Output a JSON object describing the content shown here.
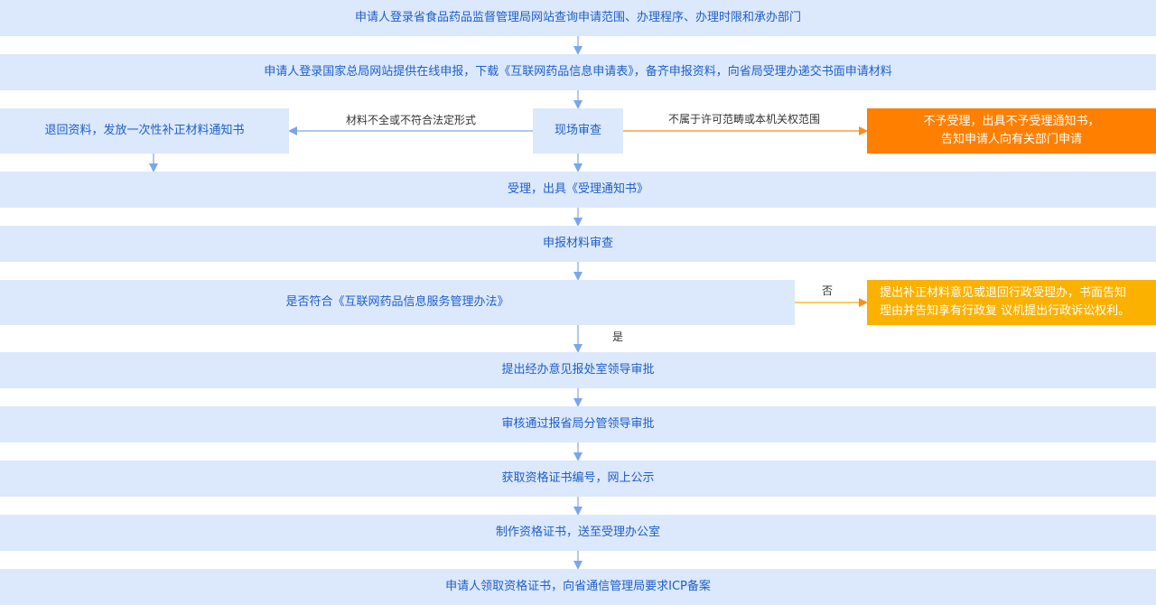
{
  "steps": {
    "s1": "申请人登录省食品药品监督管理局网站查询申请范围、办理程序、办理时限和承办部门",
    "s2": "申请人登录国家总局网站提供在线申报，下载《互联网药品信息申请表》，备齐申报资料，向省局受理办递交书面申请材料",
    "s3_left": "退回资料，发放一次性补正材料通知书",
    "s3_center": "现场审查",
    "s3_right_line1": "不予受理，出具不予受理通知书，",
    "s3_right_line2": "告知申请人向有关部门申请",
    "s4": "受理，出具《受理通知书》",
    "s5": "申报材料审查",
    "s6_center": "是否符合《互联网药品信息服务管理办法》",
    "s6_right_line1": "提出补正材料意见或退回行政受理办，书面告知",
    "s6_right_line2": "理由并告知享有行政复  议机提出行政诉讼权利。",
    "s7": "提出经办意见报处室领导审批",
    "s8": "审核通过报省局分管领导审批",
    "s9": "获取资格证书编号，网上公示",
    "s10": "制作资格证书，送至受理办公室",
    "s11": "申请人领取资格证书，向省通信管理局要求ICP备案"
  },
  "edge_labels": {
    "incomplete": "材料不全或不符合法定形式",
    "out_of_scope": "不属于许可范畴或本机关权范围",
    "no": "否",
    "yes": "是"
  },
  "colors": {
    "box_bg": "#dce8fb",
    "box_text": "#1e5fc8",
    "arrow_blue": "#7aa6ea",
    "orange": "#ff7f00",
    "yellow": "#fbb100"
  }
}
